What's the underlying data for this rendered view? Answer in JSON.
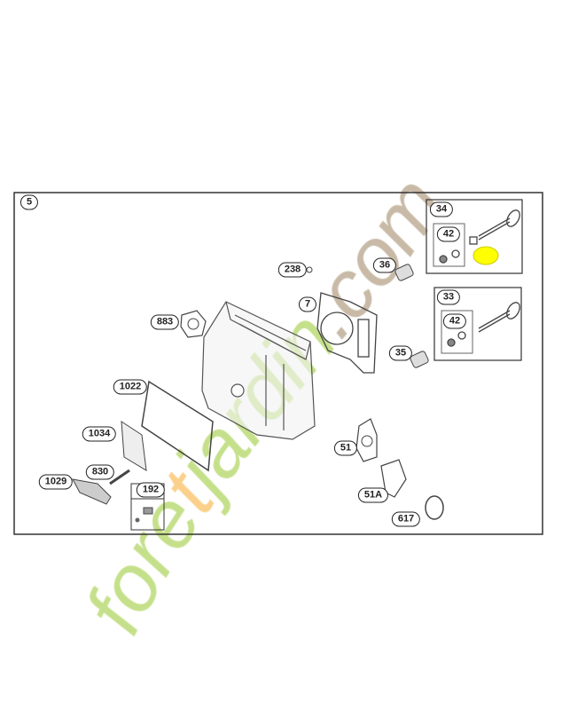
{
  "diagram": {
    "main_label": "5",
    "callouts": {
      "c238": "238",
      "c36": "36",
      "c34": "34",
      "c42a": "42",
      "c33": "33",
      "c42b": "42",
      "c7": "7",
      "c883": "883",
      "c35": "35",
      "c1022": "1022",
      "c1034": "1034",
      "c830": "830",
      "c1029": "1029",
      "c192": "192",
      "c51": "51",
      "c51A": "51A",
      "c617": "617"
    },
    "highlight_color": "#ffff00"
  },
  "watermark": {
    "text_parts": [
      "fore",
      "t",
      "jardin",
      ".com"
    ],
    "colors": [
      "#c5e08a",
      "#fbd08a",
      "#c5e08a",
      "#c8baa6"
    ]
  }
}
